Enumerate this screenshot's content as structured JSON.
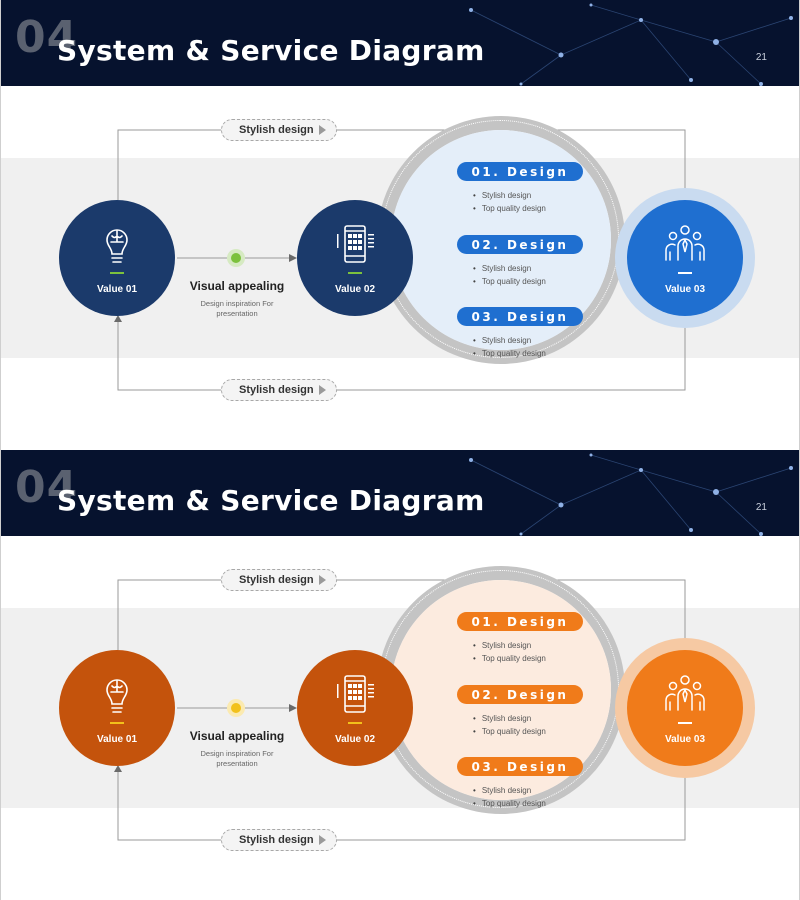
{
  "slides": [
    {
      "id": "blue",
      "header": {
        "section_number": "04",
        "title": "System & Service Diagram",
        "page_number": "21"
      },
      "top_pill": "Stylish design",
      "bottom_pill": "Stylish design",
      "node1_label": "Value 01",
      "node2_label": "Value 02",
      "node3_label": "Value 03",
      "middle": {
        "title": "Visual appealing",
        "subtitle_line1": "Design inspiration For",
        "subtitle_line2": "presentation"
      },
      "items": [
        {
          "title": "01. Design",
          "bullets": [
            "Stylish design",
            "Top quality design"
          ]
        },
        {
          "title": "02. Design",
          "bullets": [
            "Stylish design",
            "Top quality design"
          ]
        },
        {
          "title": "03. Design",
          "bullets": [
            "Stylish design",
            "Top quality design"
          ]
        }
      ],
      "colors": {
        "node_dark": "#1b3a6b",
        "accent": "#1f6fd0",
        "accent_light": "#e4eef9",
        "halo": "#c9dbf0",
        "dot": "#7cc13d",
        "bar": "#7cc13d"
      }
    },
    {
      "id": "orange",
      "header": {
        "section_number": "04",
        "title": "System & Service Diagram",
        "page_number": "21"
      },
      "top_pill": "Stylish design",
      "bottom_pill": "Stylish design",
      "node1_label": "Value 01",
      "node2_label": "Value 02",
      "node3_label": "Value 03",
      "middle": {
        "title": "Visual appealing",
        "subtitle_line1": "Design inspiration For",
        "subtitle_line2": "presentation"
      },
      "items": [
        {
          "title": "01. Design",
          "bullets": [
            "Stylish design",
            "Top quality design"
          ]
        },
        {
          "title": "02. Design",
          "bullets": [
            "Stylish design",
            "Top quality design"
          ]
        },
        {
          "title": "03. Design",
          "bullets": [
            "Stylish design",
            "Top quality design"
          ]
        }
      ],
      "colors": {
        "node_dark": "#c4530c",
        "accent": "#f07b1a",
        "accent_light": "#fcebdf",
        "halo": "#f6c9a3",
        "dot": "#f2c11b",
        "bar": "#f2c11b"
      }
    }
  ]
}
